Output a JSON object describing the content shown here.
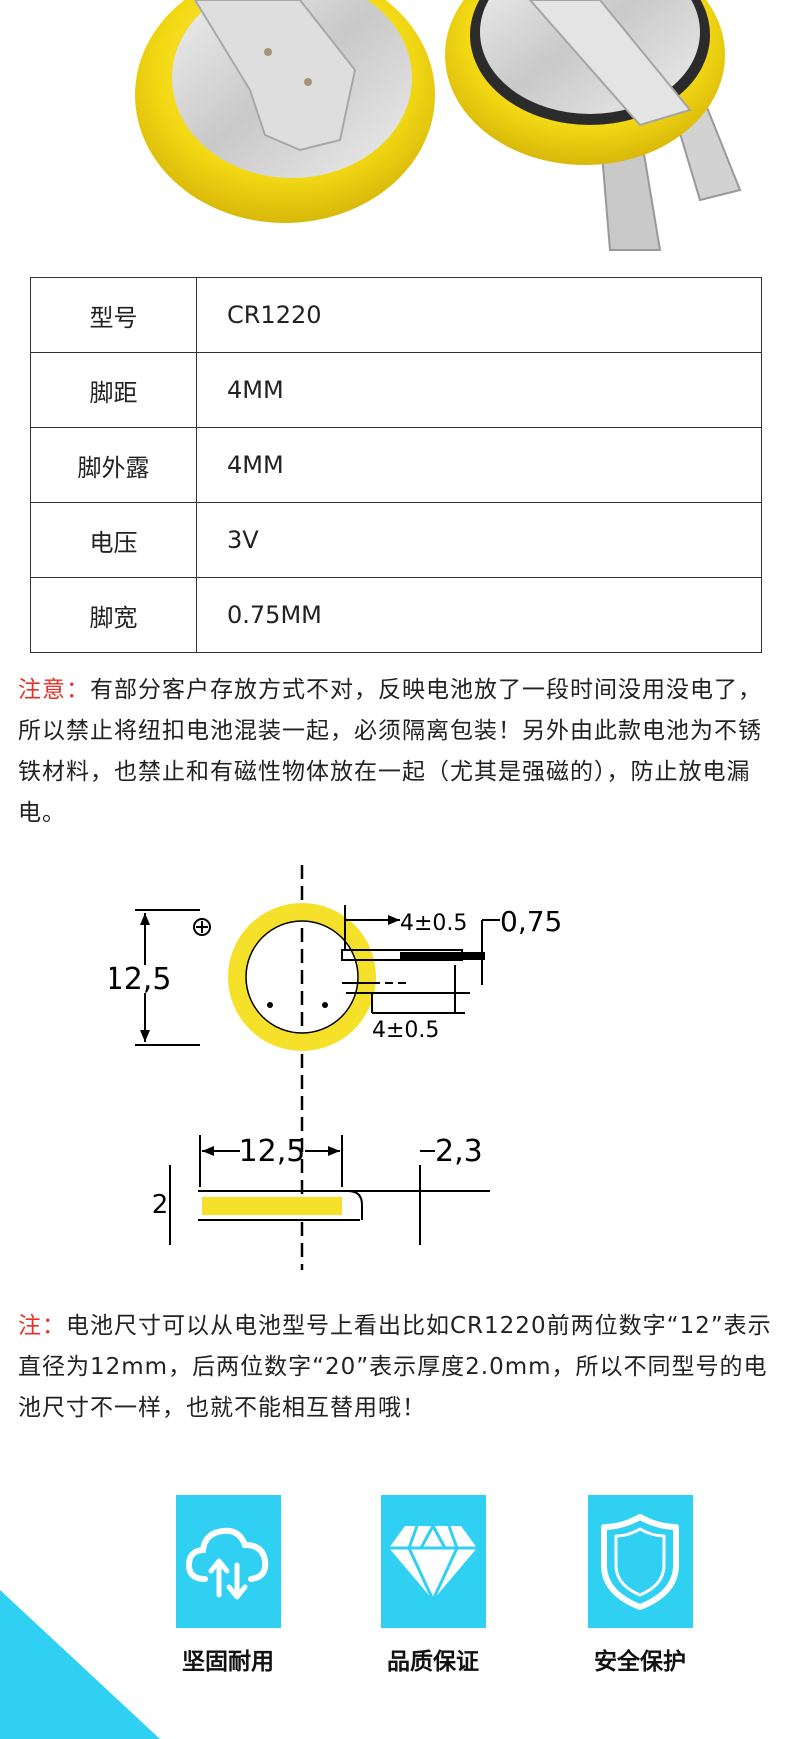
{
  "spec_table": [
    {
      "key": "型号",
      "value": "CR1220"
    },
    {
      "key": "脚距",
      "value": "4MM"
    },
    {
      "key": "脚外露",
      "value": "4MM"
    },
    {
      "key": "电压",
      "value": "3V"
    },
    {
      "key": "脚宽",
      "value": "0.75MM"
    }
  ],
  "note1": {
    "label": "注意：",
    "text": "有部分客户存放方式不对，反映电池放了一段时间没用没电了，所以禁止将纽扣电池混装一起，必须隔离包装！另外由此款电池为不锈铁材料，也禁止和有磁性物体放在一起（尤其是强磁的），防止放电漏电。"
  },
  "drawing": {
    "dim_pin_spacing": "4±0.5",
    "dim_pin_width": "0,75",
    "dim_diameter_side": "12,5",
    "dim_pin_exposed": "4±0.5",
    "dim_diameter_bottom": "12,5",
    "dim_total_height": "2,3",
    "dim_body_height": "2"
  },
  "note2": {
    "label": "注：",
    "text": "电池尺寸可以从电池型号上看出比如CR1220前两位数字“12”表示直径为12mm，后两位数字“20”表示厚度2.0mm，所以不同型号的电池尺寸不一样，也就不能相互替用哦！"
  },
  "features": [
    {
      "icon": "cloud-icon",
      "label": "坚固耐用"
    },
    {
      "icon": "diamond-icon",
      "label": "品质保证"
    },
    {
      "icon": "shield-icon",
      "label": "安全保护"
    }
  ],
  "colors": {
    "accent_cyan": "#2fd0f2",
    "battery_yellow": "#f5e12a",
    "note_red": "#e53129"
  }
}
